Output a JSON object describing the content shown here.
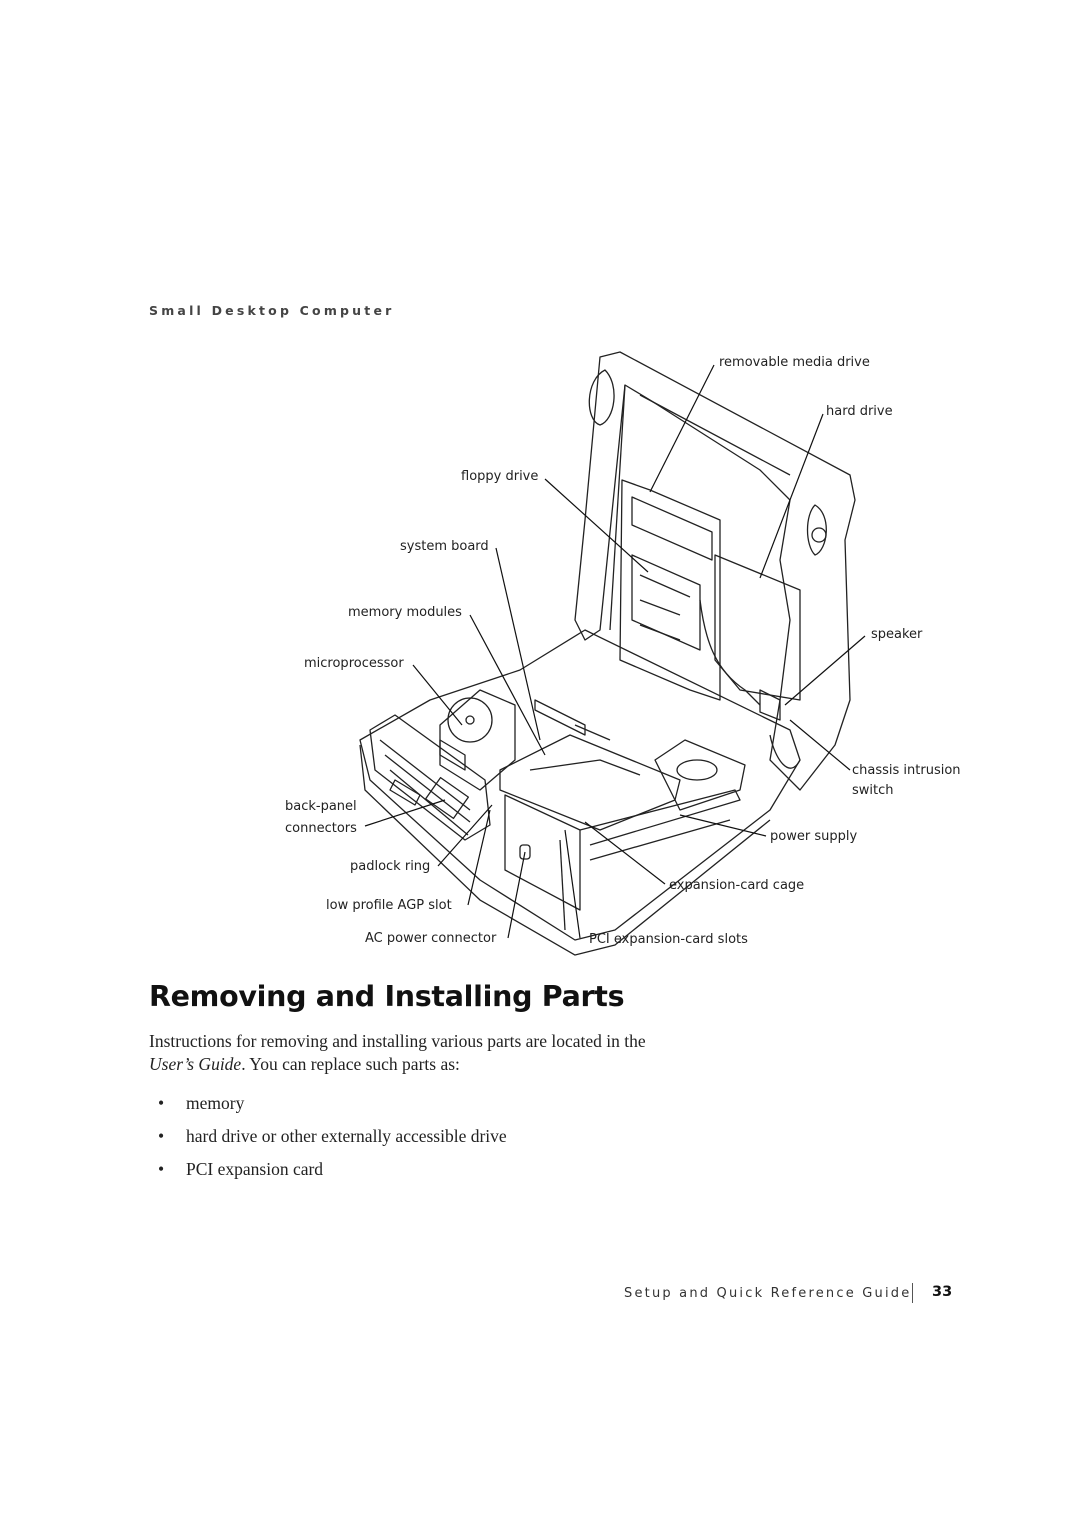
{
  "section_heading": "Small Desktop Computer",
  "callouts": {
    "removable_media_drive": "removable media drive",
    "hard_drive": "hard drive",
    "floppy_drive": "floppy drive",
    "system_board": "system board",
    "memory_modules": "memory modules",
    "microprocessor": "microprocessor",
    "speaker": "speaker",
    "chassis_intrusion_line1": "chassis intrusion",
    "chassis_intrusion_line2": "switch",
    "back_panel_line1": "back-panel",
    "back_panel_line2": "connectors",
    "power_supply": "power supply",
    "padlock_ring": "padlock ring",
    "expansion_card_cage": "expansion-card cage",
    "low_profile_agp_slot": "low profile AGP slot",
    "ac_power_connector": "AC power connector",
    "pci_expansion_card_slots": "PCI expansion-card slots"
  },
  "title": "Removing and Installing Parts",
  "intro": {
    "line1": "Instructions for removing and installing various parts are located in the",
    "guide_title": "User’s Guide",
    "line2_rest": ". You can replace such parts as:"
  },
  "bullets": [
    "memory",
    "hard drive or other externally accessible drive",
    "PCI expansion card"
  ],
  "bullet_glyph": "•",
  "footer": {
    "guide_name": "Setup and Quick Reference Guide",
    "page_number": "33"
  }
}
